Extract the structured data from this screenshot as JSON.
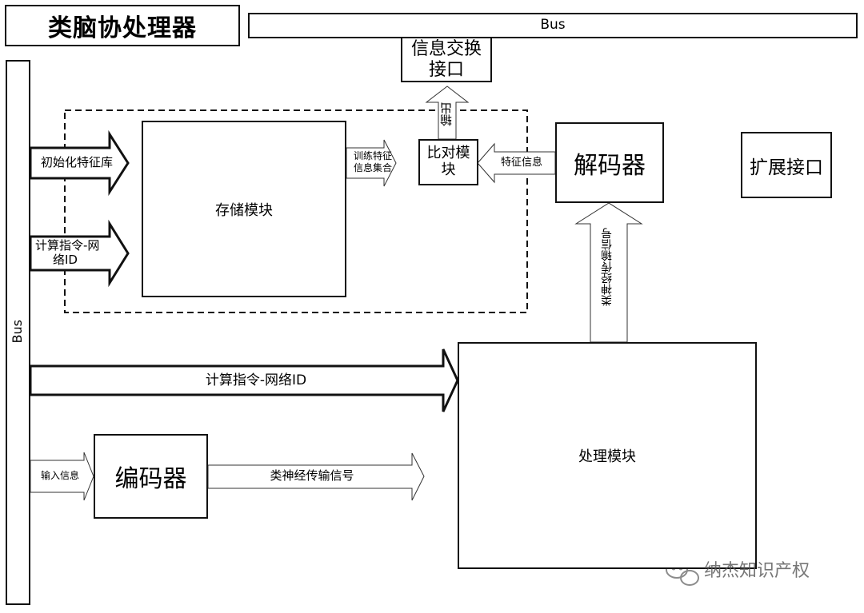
{
  "title": "类脑协处理器",
  "top_bus_label": "Bus",
  "left_bus_label": "Bus",
  "info_exchange_line1": "信息交换",
  "info_exchange_line2": "接口",
  "compare_module_line1": "比对模",
  "compare_module_line2": "块",
  "output_arrow_label": "输出",
  "decoder_label": "解码器",
  "expansion_interface_label": "扩展接口",
  "storage_module_label": "存储模块",
  "init_feature_lib_label": "初始化特征库",
  "compute_cmd_small_line1": "计算指令-网",
  "compute_cmd_small_line2": "络ID",
  "training_features_line1": "训练特征",
  "training_features_line2": "信息集合",
  "feature_info_label": "特征信息",
  "neural_signal_vertical_label": "类神经传输信号",
  "compute_cmd_big_label": "计算指令-网络ID",
  "processing_module_label": "处理模块",
  "input_info_label": "输入信息",
  "encoder_label": "编码器",
  "neural_signal_horizontal_label": "类神经传输信号",
  "watermark_text": "纳杰知识产权"
}
